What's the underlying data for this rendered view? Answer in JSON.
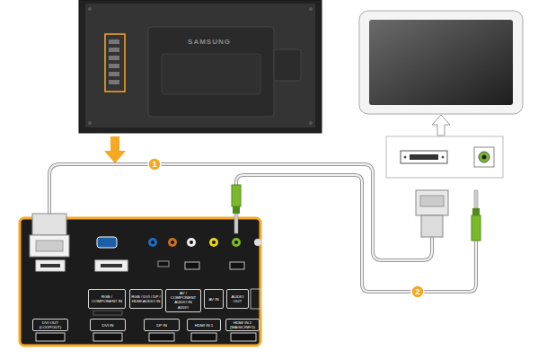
{
  "diagram": {
    "nodes": [
      {
        "text": [
          "RGB / COMPONENT IN"
        ]
      },
      {
        "text": [
          "RGB / DVI / DP / HDMI AUDIO IN"
        ]
      },
      {
        "text": [
          "AV / COMPONENT AUDIO IN",
          "AUDIO"
        ]
      },
      {
        "text": [
          "AV IN"
        ]
      },
      {
        "text": [
          "AUDIO OUT"
        ]
      },
      {
        "text": [
          "DVI OUT (LOOPOUT)"
        ]
      },
      {
        "text": [
          "DVI IN"
        ]
      },
      {
        "text": [
          "DP IN"
        ]
      },
      {
        "text": [
          "HDMI IN 1"
        ]
      },
      {
        "text": [
          "HDMI IN 2 (MAGICINFO)"
        ]
      }
    ],
    "labels": [
      "SAMSUNG",
      "1",
      "2"
    ]
  }
}
